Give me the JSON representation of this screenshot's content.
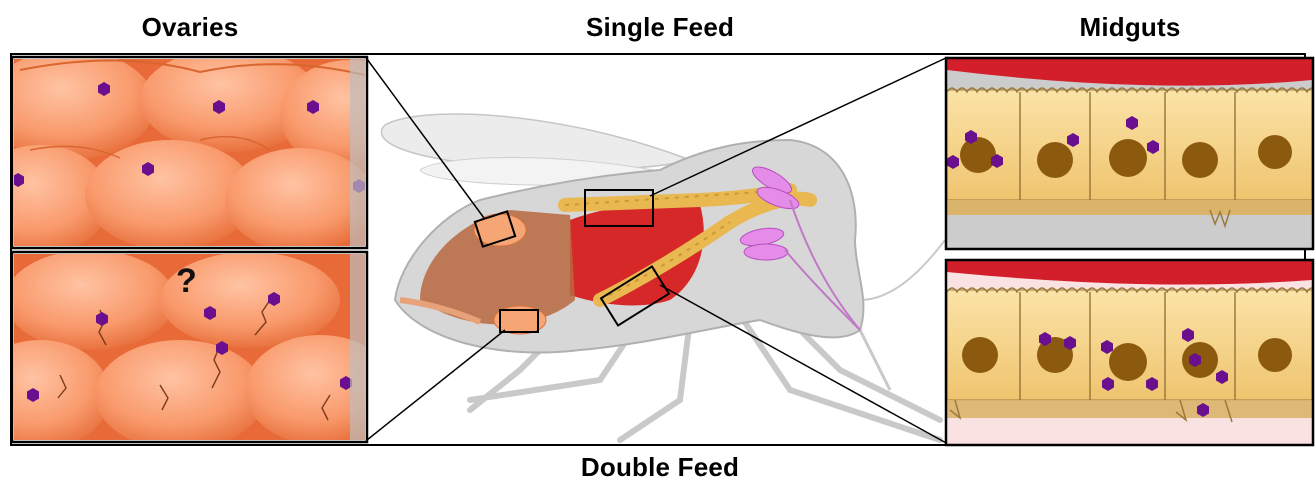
{
  "labels": {
    "top_left": "Ovaries",
    "top_center": "Single Feed",
    "top_right": "Midguts",
    "bottom_center": "Double Feed",
    "ovary_unknown": "?"
  },
  "colors": {
    "ovary_orange": "#f58a5a",
    "virus_purple": "#6a0f8e",
    "epithelium_yellow": "#f4d489",
    "nucleus_brown": "#8c5a0f",
    "blood_red": "#d42020",
    "salivary_gland_pink": "#e58be8"
  }
}
